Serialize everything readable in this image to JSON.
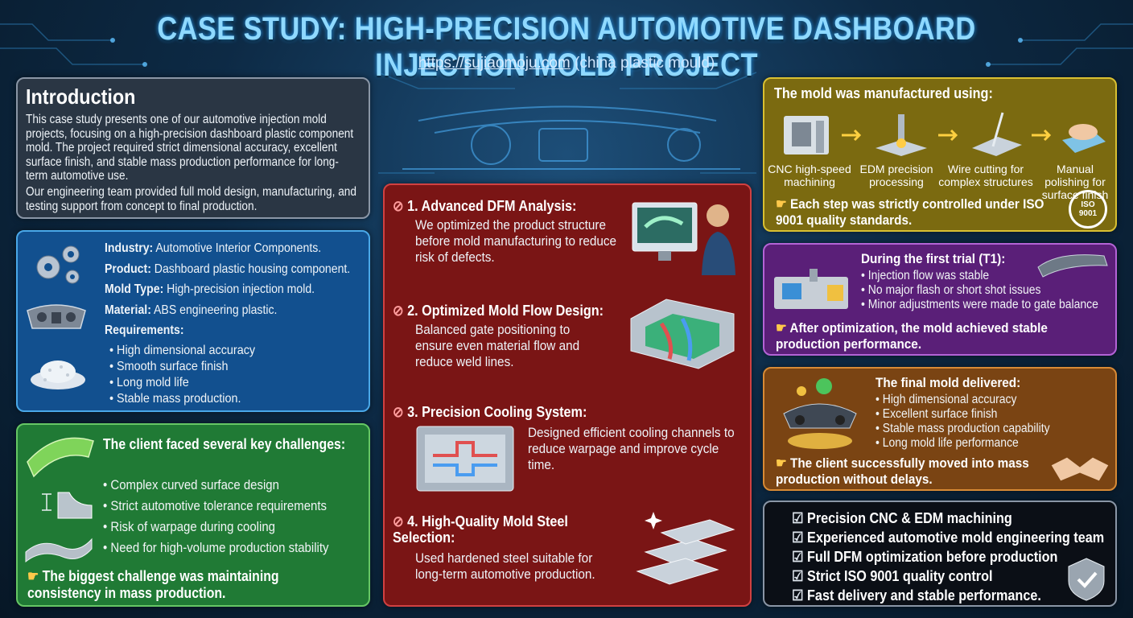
{
  "header": {
    "title": "CASE STUDY: HIGH-PRECISION AUTOMOTIVE DASHBOARD INJECTION MOLD PROJECT",
    "url": "https://sujiaomoju.com",
    "url_suffix": " (china plastic mould)"
  },
  "intro": {
    "heading": "Introduction",
    "para1": "This case study presents one of our automotive injection mold projects, focusing on a high-precision dashboard plastic component mold. The project required strict dimensional accuracy, excellent surface finish, and stable mass production performance for long-term automotive use.",
    "para2": "Our engineering team provided full mold design, manufacturing, and testing support from concept to final production."
  },
  "project": {
    "industry_label": "Industry:",
    "industry": " Automotive Interior Components.",
    "product_label": "Product:",
    "product": " Dashboard plastic housing component.",
    "mold_type_label": "Mold Type:",
    "mold_type": " High-precision injection mold.",
    "material_label": "Material:",
    "material": " ABS engineering plastic.",
    "requirements_label": "Requirements:",
    "requirements": [
      "High dimensional accuracy",
      "Smooth surface finish",
      "Long mold life",
      "Stable mass production."
    ]
  },
  "challenges": {
    "heading": "The client faced several key challenges:",
    "items": [
      "Complex curved surface design",
      "Strict automotive tolerance requirements",
      "Risk of warpage during cooling",
      "Need for high-volume production stability"
    ],
    "note": "The biggest challenge was maintaining consistency in mass production."
  },
  "solutions": [
    {
      "title": "1. Advanced DFM Analysis:",
      "text": "We optimized the product structure before mold manufacturing to reduce risk of defects."
    },
    {
      "title": "2. Optimized Mold Flow Design:",
      "text": "Balanced gate positioning to ensure even material flow and reduce weld lines."
    },
    {
      "title": "3. Precision Cooling System:",
      "text": "Designed efficient cooling channels to reduce warpage and improve cycle time."
    },
    {
      "title": "4. High-Quality Mold Steel Selection:",
      "text": "Used hardened steel suitable for long-term automotive production."
    }
  ],
  "manufacturing": {
    "heading": "The mold was manufactured using:",
    "steps": [
      "CNC high-speed machining",
      "EDM precision processing",
      "Wire cutting for complex structures",
      "Manual polishing for surface finish"
    ],
    "note": "Each step was strictly controlled under ISO 9001 quality standards.",
    "badge": "ISO 9001"
  },
  "trial": {
    "heading": "During the first trial (T1):",
    "items": [
      "Injection flow was stable",
      "No major flash or short shot issues",
      "Minor adjustments were made to gate balance"
    ],
    "note": "After optimization, the mold achieved stable production performance."
  },
  "final": {
    "heading": "The final mold delivered:",
    "items": [
      "High dimensional accuracy",
      "Excellent surface finish",
      "Stable mass production capability",
      "Long mold life performance"
    ],
    "note": "The client successfully moved into mass production without delays."
  },
  "checklist": {
    "items": [
      "Precision CNC & EDM machining",
      "Experienced automotive mold engineering team",
      "Full DFM optimization before production",
      "Strict ISO 9001 quality control",
      "Fast delivery and stable performance."
    ]
  },
  "colors": {
    "title": "#8fd9ff",
    "intro": "#2a3644",
    "info": "#12508f",
    "challenges": "#207a35",
    "solutions": "#7a1515",
    "manufacturing": "#7b6a10",
    "trial": "#5a1f78",
    "final": "#7a4413",
    "checklist": "#0b0f16"
  }
}
